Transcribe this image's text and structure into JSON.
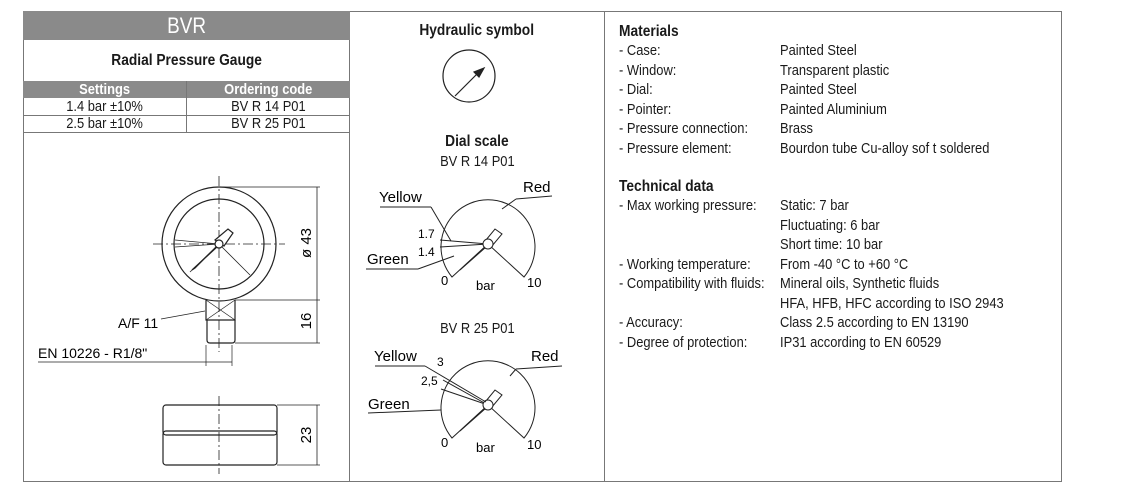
{
  "left": {
    "code": "BVR",
    "title": "Radial Pressure Gauge",
    "table": {
      "headers": [
        "Settings",
        "Ordering code"
      ],
      "rows": [
        [
          "1.4 bar ±10%",
          "BV R 14 P01"
        ],
        [
          "2.5 bar ±10%",
          "BV R 25 P01"
        ]
      ]
    },
    "drawing": {
      "diameter": "ø 43",
      "stem_height": "16",
      "depth": "23",
      "af": "A/F 11",
      "thread": "EN 10226 - R1/8\""
    }
  },
  "middle": {
    "hydraulic_title": "Hydraulic symbol",
    "dial_title": "Dial scale",
    "dials": [
      {
        "code": "BV R 14 P01",
        "yellow": "Yellow",
        "green": "Green",
        "red": "Red",
        "mark_a": "1.7",
        "mark_b": "1.4",
        "min": "0",
        "max": "10",
        "unit": "bar"
      },
      {
        "code": "BV R 25 P01",
        "yellow": "Yellow",
        "green": "Green",
        "red": "Red",
        "mark_a": "3",
        "mark_b": "2,5",
        "min": "0",
        "max": "10",
        "unit": "bar"
      }
    ]
  },
  "right": {
    "materials_title": "Materials",
    "materials": [
      {
        "label": "- Case:",
        "value": "Painted Steel"
      },
      {
        "label": "- Window:",
        "value": "Transparent  plastic"
      },
      {
        "label": "- Dial:",
        "value": "Painted Steel"
      },
      {
        "label": "- Pointer:",
        "value": "Painted Aluminium"
      },
      {
        "label": "- Pressure connection:",
        "value": "Brass"
      },
      {
        "label": "- Pressure element:",
        "value": "Bourdon tube Cu-alloy sof t soldered"
      }
    ],
    "tech_title": "Technical data",
    "tech": [
      {
        "label": "- Max working pressure:",
        "value": "Static: 7 bar"
      },
      {
        "label": "",
        "value": "Fluctuating: 6 bar"
      },
      {
        "label": "",
        "value": "Short time: 10 bar"
      },
      {
        "label": "- Working temperature:",
        "value": "From -40 °C to +60 °C"
      },
      {
        "label": "- Compatibility with fluids:",
        "value": "Mineral oils, Synthetic fluids"
      },
      {
        "label": "",
        "value": "HFA, HFB, HFC according to ISO 2943"
      },
      {
        "label": "- Accuracy:",
        "value": "Class 2.5 according to EN 13190"
      },
      {
        "label": "- Degree of protection:",
        "value": "IP31 according to EN 60529"
      }
    ]
  }
}
